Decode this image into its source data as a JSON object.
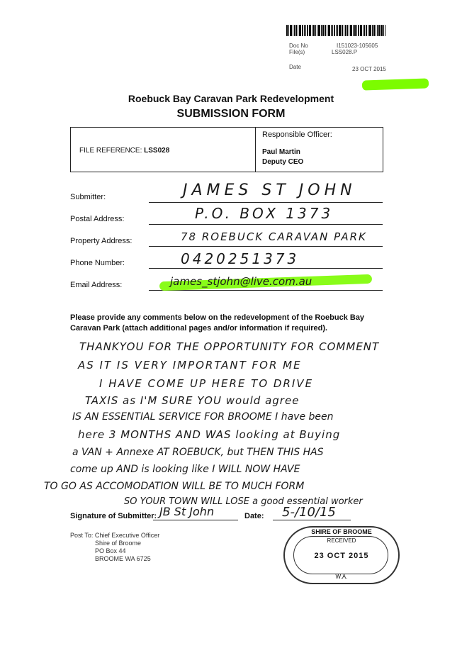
{
  "header": {
    "doc_no_label": "Doc No",
    "doc_no_value": "I151023-105605",
    "files_label": "File(s)",
    "files_value": "LSS028.P",
    "date_label": "Date",
    "date_value": "23 OCT 2015"
  },
  "form": {
    "title_line1": "Roebuck Bay Caravan Park Redevelopment",
    "title_line2": "SUBMISSION FORM",
    "file_reference_label": "FILE REFERENCE:",
    "file_reference_value": "LSS028",
    "responsible_officer_label": "Responsible Officer:",
    "responsible_officer_name": "Paul Martin",
    "responsible_officer_title": "Deputy CEO"
  },
  "fields": [
    {
      "label": "Submitter:",
      "value": "JAMES ST JOHN"
    },
    {
      "label": "Postal Address:",
      "value": "P.O. BOX 1373"
    },
    {
      "label": "Property Address:",
      "value": "78 ROEBUCK CARAVAN PARK"
    },
    {
      "label": "Phone Number:",
      "value": "0420251373"
    },
    {
      "label": "Email Address:",
      "value": "james_stjohn@live.com.au"
    }
  ],
  "instructions": "Please provide any comments below on the redevelopment of the Roebuck Bay Caravan Park (attach additional pages and/or information if required).",
  "comments": [
    "THANKYOU FOR THE OPPORTUNITY FOR COMMENT",
    "AS IT IS VERY IMPORTANT FOR ME",
    "I HAVE COME UP HERE TO DRIVE",
    "TAXIS as I'M SURE YOU would agree",
    "IS AN ESSENTIAL SERVICE FOR BROOME I have been",
    "here 3 MONTHS AND WAS looking at Buying",
    "a VAN + Annexe AT ROEBUCK, but THEN THIS HAS",
    "come up AND is looking like I WILL NOW HAVE",
    "TO GO AS ACCOMODATION WILL BE TO MUCH FORM",
    "SO YOUR TOWN WILL LOSE a good essential worker"
  ],
  "signature": {
    "signature_label": "Signature of Submitter:",
    "signature_value": "JB St John",
    "date_label": "Date:",
    "date_value": "5-/10/15"
  },
  "post_to": [
    "Post To: Chief Executive Officer",
    "Shire of Broome",
    "PO Box 44",
    "BROOME WA 6725"
  ],
  "stamp": {
    "top": "SHIRE OF BROOME",
    "status": "RECEIVED",
    "date": "23 OCT 2015",
    "bottom": "W.A."
  },
  "colors": {
    "highlighter": "#7CFC00",
    "ink": "#1a1a1a"
  }
}
